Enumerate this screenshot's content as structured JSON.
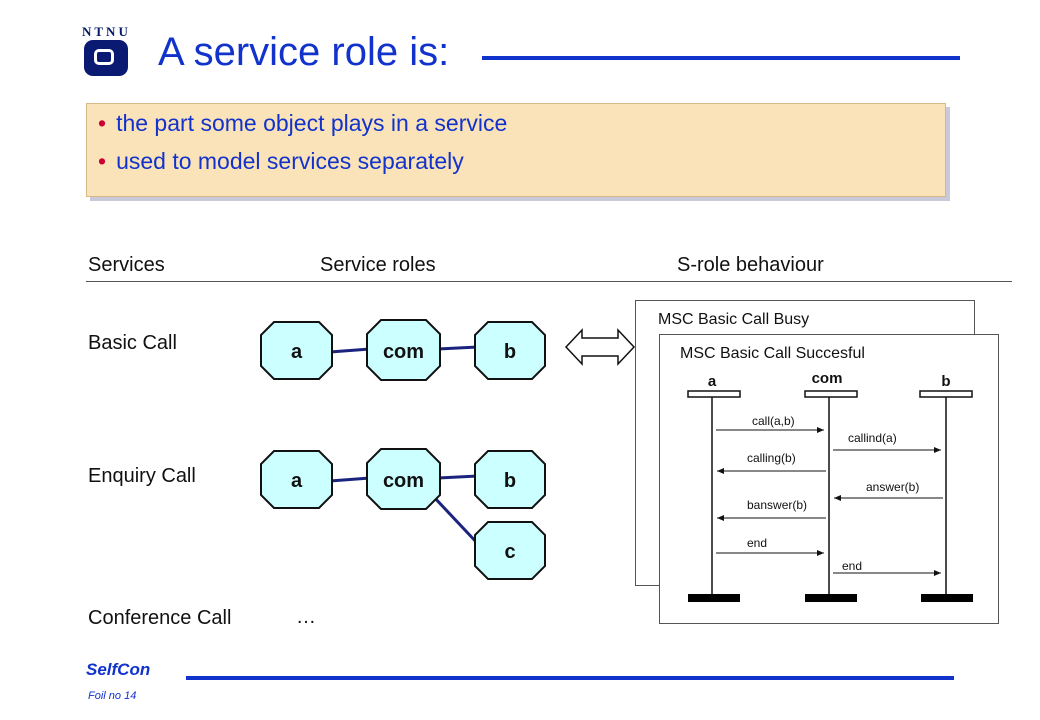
{
  "logo": {
    "text": "NTNU"
  },
  "slide": {
    "title": "A service role is:",
    "bullets": [
      "the part some object plays in a service",
      "used to model services separately"
    ]
  },
  "columns": {
    "services": "Services",
    "service_roles": "Service roles",
    "behaviour": "S-role behaviour"
  },
  "services": {
    "basic": "Basic Call",
    "enquiry": "Enquiry Call",
    "conference": "Conference Call",
    "conference_roles": "…"
  },
  "roles": {
    "basic": [
      "a",
      "com",
      "b"
    ],
    "enquiry": [
      "a",
      "com",
      "b",
      "c"
    ]
  },
  "msc": {
    "busy_title": "MSC Basic Call Busy",
    "success_title": "MSC Basic Call Succesful",
    "instances": [
      "a",
      "com",
      "b"
    ],
    "messages": [
      {
        "label": "call(a,b)",
        "from": "a",
        "to": "com"
      },
      {
        "label": "callind(a)",
        "from": "com",
        "to": "b"
      },
      {
        "label": "calling(b)",
        "from": "com",
        "to": "a"
      },
      {
        "label": "answer(b)",
        "from": "b",
        "to": "com"
      },
      {
        "label": "banswer(b)",
        "from": "com",
        "to": "a"
      },
      {
        "label": "end",
        "from": "a",
        "to": "com"
      },
      {
        "label": "end",
        "from": "com",
        "to": "b"
      }
    ]
  },
  "footer": {
    "brand": "SelfCon",
    "foil": "Foil no 14"
  },
  "colors": {
    "accent": "#1133cc",
    "role_fill": "#ccffff",
    "bullet_bg": "#fbe3b9",
    "bullet_dot": "#cc0033"
  }
}
